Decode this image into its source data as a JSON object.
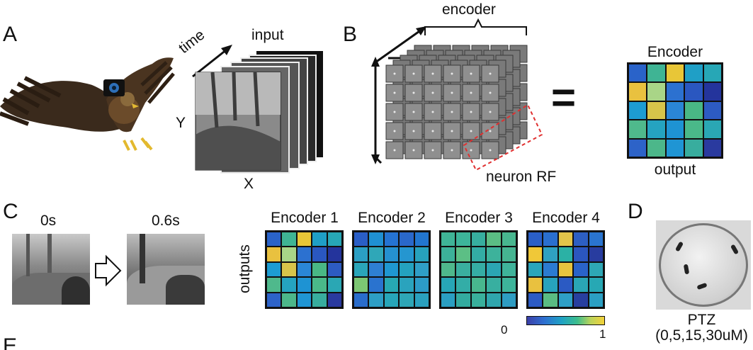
{
  "panels": {
    "A": "A",
    "B": "B",
    "C": "C",
    "D": "D",
    "E": "E"
  },
  "panelA": {
    "time_label": "time",
    "input_label": "input",
    "y_label": "Y",
    "x_label": "X"
  },
  "panelB": {
    "encoder_top_label": "encoder",
    "equals": "=",
    "neuron_rf_label": "neuron RF",
    "matrix_title": "Encoder",
    "matrix_output_label": "output",
    "matrix_colors": [
      [
        "#2a63c9",
        "#3fb494",
        "#e8c637",
        "#1f9fc6",
        "#27a7b6"
      ],
      [
        "#e9c13f",
        "#a9d587",
        "#2c71d0",
        "#2a57c0",
        "#24349c"
      ],
      [
        "#1d9cd2",
        "#d7c44a",
        "#2a86d6",
        "#49b885",
        "#2d5bc2"
      ],
      [
        "#4fb98c",
        "#25a3c0",
        "#1e93d3",
        "#4ab989",
        "#2aa7b4"
      ],
      [
        "#2d63c8",
        "#4cb78a",
        "#1f95d4",
        "#38ad9e",
        "#2a3a9f"
      ]
    ]
  },
  "panelC": {
    "time0": "0s",
    "time1": "0.6s",
    "outputs_label": "outputs",
    "colorbar_min": "0",
    "colorbar_max": "1",
    "encoders": [
      {
        "title": "Encoder 1",
        "colors": [
          [
            "#2a63c9",
            "#3fb494",
            "#e8c637",
            "#1f9fc6",
            "#27a7b6"
          ],
          [
            "#e9c13f",
            "#a9d587",
            "#2c71d0",
            "#2a57c0",
            "#24349c"
          ],
          [
            "#1d9cd2",
            "#d7c44a",
            "#2a86d6",
            "#49b885",
            "#2d5bc2"
          ],
          [
            "#4fb98c",
            "#25a3c0",
            "#1e93d3",
            "#4ab989",
            "#2aa7b4"
          ],
          [
            "#2d63c8",
            "#4cb78a",
            "#1f95d4",
            "#38ad9e",
            "#2a3a9f"
          ]
        ]
      },
      {
        "title": "Encoder 2",
        "colors": [
          [
            "#2a5ec6",
            "#1f90d3",
            "#2573d2",
            "#2a68ca",
            "#2276cf"
          ],
          [
            "#2b9fc4",
            "#2fa7b8",
            "#2591d0",
            "#2596d0",
            "#27a2bd"
          ],
          [
            "#2aa5b9",
            "#2e7fd2",
            "#1f97d1",
            "#24a2bf",
            "#2f9ec6"
          ],
          [
            "#7cc673",
            "#2a73cf",
            "#27a9b3",
            "#2aa3bd",
            "#2c9bc7"
          ],
          [
            "#2a6dcb",
            "#2d9ec5",
            "#27a6b9",
            "#2ea6b6",
            "#2aa1bf"
          ]
        ]
      },
      {
        "title": "Encoder 3",
        "colors": [
          [
            "#3fb497",
            "#3db59a",
            "#37ae9f",
            "#5bbd84",
            "#48b68f"
          ],
          [
            "#3cb199",
            "#5cbf85",
            "#33aca4",
            "#3db29b",
            "#45b491"
          ],
          [
            "#4eb88c",
            "#3aaf9f",
            "#35ada4",
            "#2ba6b3",
            "#3fb39a"
          ],
          [
            "#27a6b6",
            "#33ada7",
            "#48b78e",
            "#38afa0",
            "#3db49a"
          ],
          [
            "#2a9fc2",
            "#33ab9f",
            "#39b09c",
            "#2fa6ad",
            "#2e9cc2"
          ]
        ]
      },
      {
        "title": "Encoder 4",
        "colors": [
          [
            "#2a5fc7",
            "#2a6fcf",
            "#e2c44a",
            "#2d5fc3",
            "#2a74cf"
          ],
          [
            "#f0c838",
            "#2fa1c2",
            "#2bb1a5",
            "#2b56bf",
            "#283c9f"
          ],
          [
            "#2aa5ba",
            "#2b7bd1",
            "#e7c43f",
            "#2a63c9",
            "#2ea7b5"
          ],
          [
            "#e9c13f",
            "#27a2bd",
            "#2b5ac3",
            "#2aa6b5",
            "#27a8b4"
          ],
          [
            "#2c5bc4",
            "#5abc83",
            "#2e9fc6",
            "#283f9f",
            "#2b9fc3"
          ]
        ]
      }
    ]
  },
  "panelD": {
    "label_line1": "PTZ",
    "label_line2": "(0,5,15,30uM)"
  }
}
